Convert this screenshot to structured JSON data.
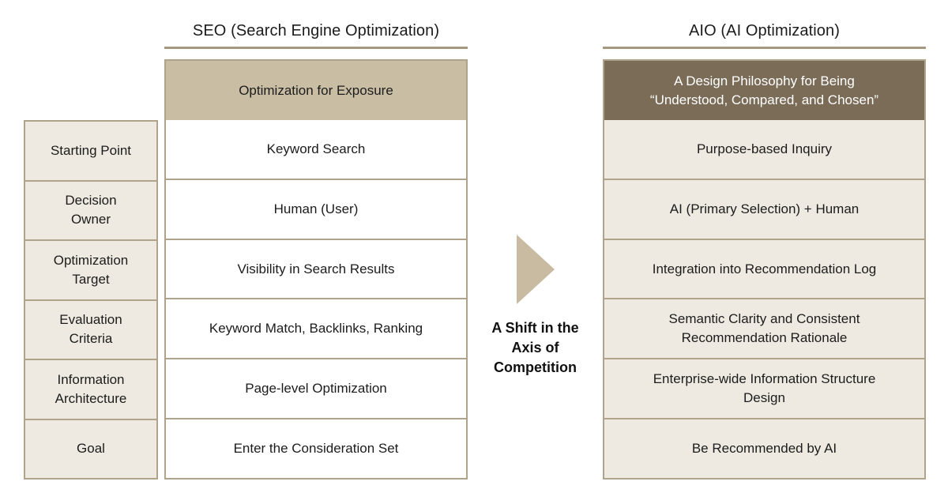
{
  "seo": {
    "title": "SEO (Search Engine Optimization)",
    "header": "Optimization for Exposure",
    "rows": [
      "Keyword Search",
      "Human (User)",
      "Visibility in Search Results",
      "Keyword Match, Backlinks, Ranking",
      "Page-level Optimization",
      "Enter the Consideration Set"
    ]
  },
  "aio": {
    "title": "AIO (AI Optimization)",
    "header_lines": [
      "A Design Philosophy for Being",
      "“Understood, Compared, and Chosen”"
    ],
    "rows": [
      "Purpose-based Inquiry",
      "AI (Primary Selection) + Human",
      "Integration into Recommendation Log",
      "Semantic Clarity and Consistent Recommendation Rationale",
      "Enterprise-wide Information Structure Design",
      "Be Recommended by AI"
    ]
  },
  "row_labels": [
    "Starting Point",
    "Decision Owner",
    "Optimization Target",
    "Evaluation Criteria",
    "Information Architecture",
    "Goal"
  ],
  "middle": {
    "caption_lines": [
      "A Shift in the",
      "Axis of",
      "Competition"
    ]
  },
  "colors": {
    "tan_header": "#c9bda4",
    "dark_brown": "#7b6c58",
    "cream": "#efeae1",
    "border": "#b0a38c",
    "underline": "#a59880",
    "arrow": "#c8bba1",
    "text_dark": "#1c1c1c",
    "text_light": "#ffffff"
  }
}
